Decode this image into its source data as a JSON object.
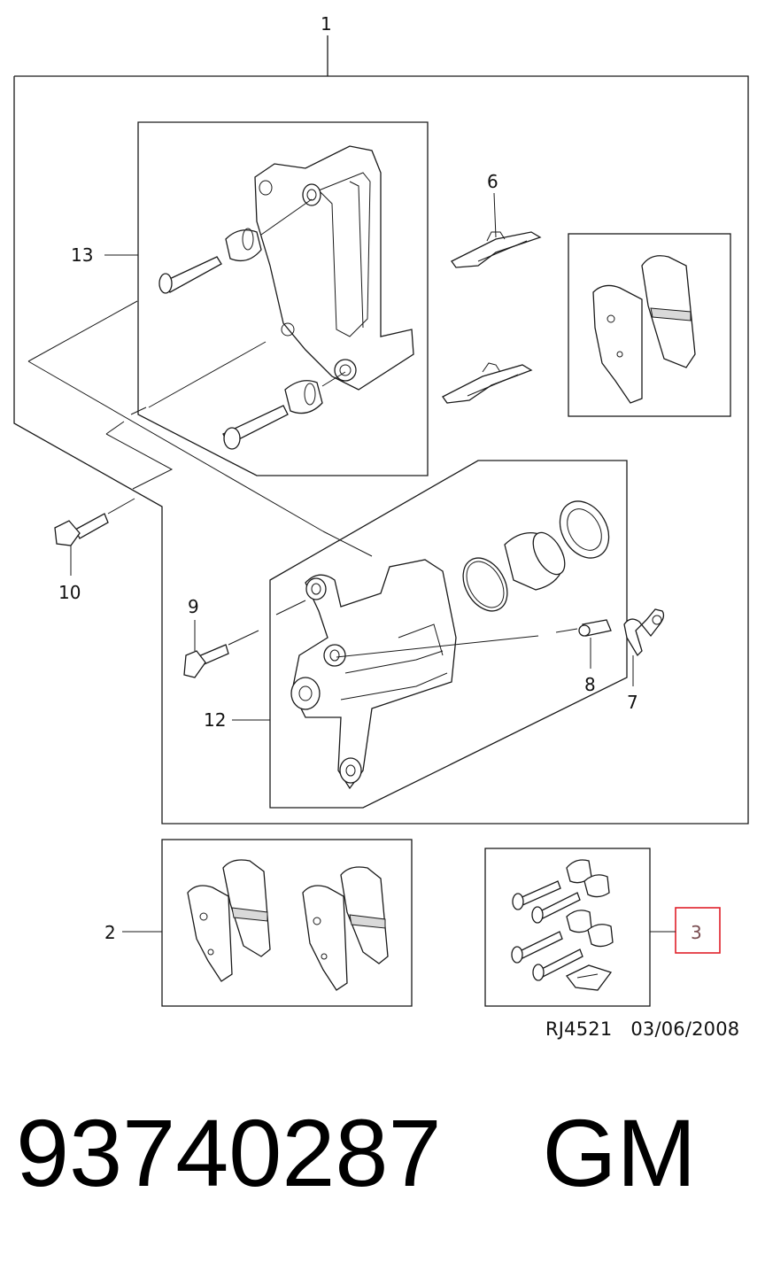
{
  "callouts": {
    "c1": "1",
    "c2": "2",
    "c3": "3",
    "c6": "6",
    "c7": "7",
    "c8": "8",
    "c9": "9",
    "c10": "10",
    "c12": "12",
    "c13": "13"
  },
  "highlight_color": "#e0202a",
  "reference": {
    "code": "RJ4521",
    "date": "03/06/2008"
  },
  "part": {
    "number": "93740287",
    "brand": "GM"
  }
}
